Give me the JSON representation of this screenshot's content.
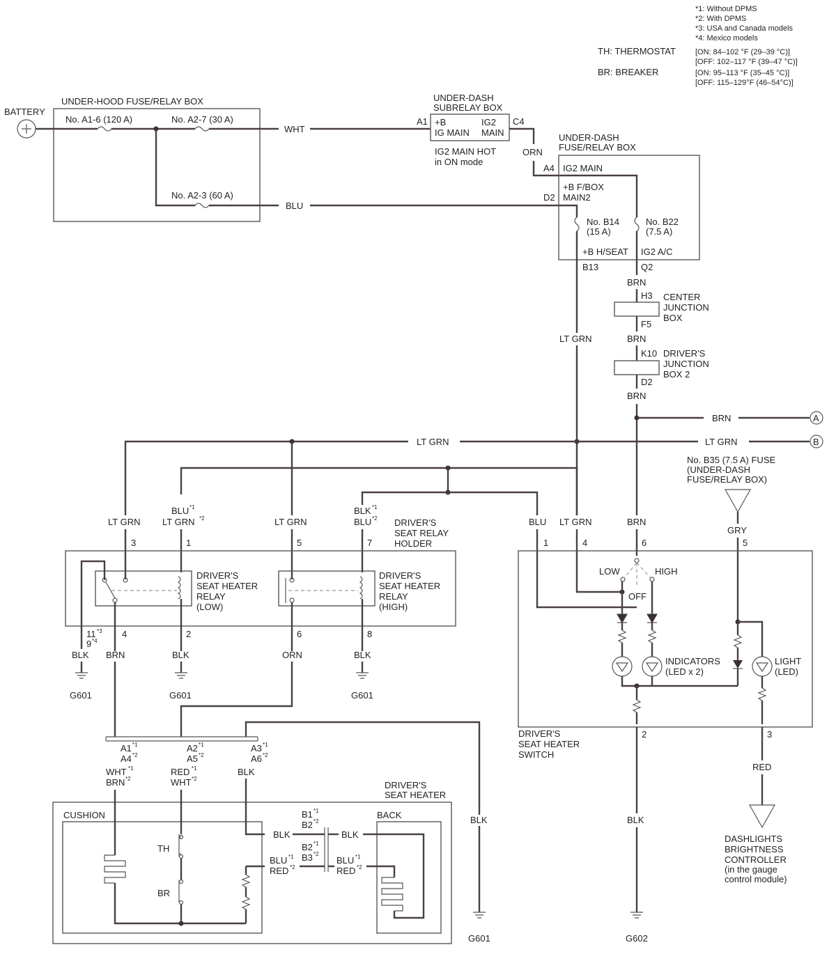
{
  "notes": {
    "n1": "*1: Without DPMS",
    "n2": "*2: With DPMS",
    "n3": "*3: USA and Canada models",
    "n4": "*4: Mexico models",
    "th_label": "TH: THERMOSTAT",
    "th_on": "[ON: 84–102 °F (29–39 °C)]",
    "th_off": "[OFF: 102–117 °F (39–47 °C)]",
    "br_label": "BR: BREAKER",
    "br_on": "[ON: 95–113 °F (35–45 °C)]",
    "br_off": "[OFF: 115–129°F (46–54°C)]"
  },
  "battery": {
    "label": "BATTERY"
  },
  "underhood": {
    "title": "UNDER-HOOD FUSE/RELAY BOX",
    "fuse_a16": "No. A1-6 (120 A)",
    "fuse_a27": "No. A2-7 (30 A)",
    "fuse_a23": "No. A2-3 (60 A)"
  },
  "subrelay": {
    "title1": "UNDER-DASH",
    "title2": "SUBRELAY BOX",
    "pin_a1": "A1",
    "pin_c4": "C4",
    "plus_b": "+B",
    "ig_main": "IG MAIN",
    "ig2": "IG2",
    "main": "MAIN",
    "note1": "IG2 MAIN HOT",
    "note2": "in ON mode"
  },
  "fusebox": {
    "title1": "UNDER-DASH",
    "title2": "FUSE/RELAY BOX",
    "pin_a4": "A4",
    "ig2_main": "IG2 MAIN",
    "fbox1": "+B F/BOX",
    "fbox2": "MAIN2",
    "pin_d2": "D2",
    "b14_1": "No. B14",
    "b14_2": "(15 A)",
    "b22_1": "No. B22",
    "b22_2": "(7.5 A)",
    "hseat": "+B H/SEAT",
    "ig2ac": "IG2 A/C",
    "pin_b13": "B13",
    "pin_q2": "Q2"
  },
  "center_jb": {
    "l1": "CENTER",
    "l2": "JUNCTION",
    "l3": "BOX",
    "pin_h3": "H3",
    "pin_f5": "F5"
  },
  "driver_jb": {
    "l1": "DRIVER'S",
    "l2": "JUNCTION",
    "l3": "BOX 2",
    "pin_k10": "K10",
    "pin_d2": "D2"
  },
  "wires": {
    "wht": "WHT",
    "blu": "BLU",
    "orn": "ORN",
    "brn": "BRN",
    "ltgrn": "LT GRN",
    "blk": "BLK",
    "gry": "GRY",
    "red": "RED"
  },
  "connectors": {
    "a": "A",
    "b": "B"
  },
  "b35": {
    "l1": "No. B35 (7.5 A) FUSE",
    "l2": "(UNDER-DASH",
    "l3": "FUSE/RELAY BOX)"
  },
  "relay_holder": {
    "title1": "DRIVER'S",
    "title2": "SEAT RELAY",
    "title3": "HOLDER",
    "low1": "DRIVER'S",
    "low2": "SEAT HEATER",
    "low3": "RELAY",
    "low4": "(LOW)",
    "high1": "DRIVER'S",
    "high2": "SEAT HEATER",
    "high3": "RELAY",
    "high4": "(HIGH)",
    "p3": "3",
    "p1": "1",
    "p5": "5",
    "p7": "7",
    "p11": "11",
    "p9": "9",
    "p4": "4",
    "p2": "2",
    "p6": "6",
    "p8": "8",
    "blu1": "BLU",
    "ltgrn2": "LT GRN",
    "blk1": "BLK",
    "blu2": "BLU",
    "sup1": "*1",
    "sup2": "*2",
    "sup3": "*3",
    "sup4": "*4"
  },
  "grounds": {
    "g601": "G601",
    "g602": "G602"
  },
  "switch": {
    "p1": "1",
    "p4": "4",
    "p6": "6",
    "p5": "5",
    "p2": "2",
    "p3": "3",
    "low": "LOW",
    "high": "HIGH",
    "off": "OFF",
    "ind1": "INDICATORS",
    "ind2": "(LED x 2)",
    "light1": "LIGHT",
    "light2": "(LED)",
    "title1": "DRIVER'S",
    "title2": "SEAT HEATER",
    "title3": "SWITCH"
  },
  "dashlights": {
    "l1": "DASHLIGHTS",
    "l2": "BRIGHTNESS",
    "l3": "CONTROLLER",
    "l4": "(in the gauge",
    "l5": "control module)"
  },
  "heater_conn": {
    "a1": "A1",
    "a4": "A4",
    "a2": "A2",
    "a5": "A5",
    "a3": "A3",
    "a6": "A6",
    "wht": "WHT",
    "brn": "BRN",
    "red": "RED",
    "wht2": "WHT",
    "blk": "BLK",
    "b1": "B1",
    "b2": "B2",
    "b2b": "B2",
    "b3": "B3",
    "blu": "BLU",
    "red2": "RED"
  },
  "heater": {
    "title1": "DRIVER'S",
    "title2": "SEAT HEATER",
    "cushion": "CUSHION",
    "back": "BACK",
    "th": "TH",
    "br": "BR"
  }
}
